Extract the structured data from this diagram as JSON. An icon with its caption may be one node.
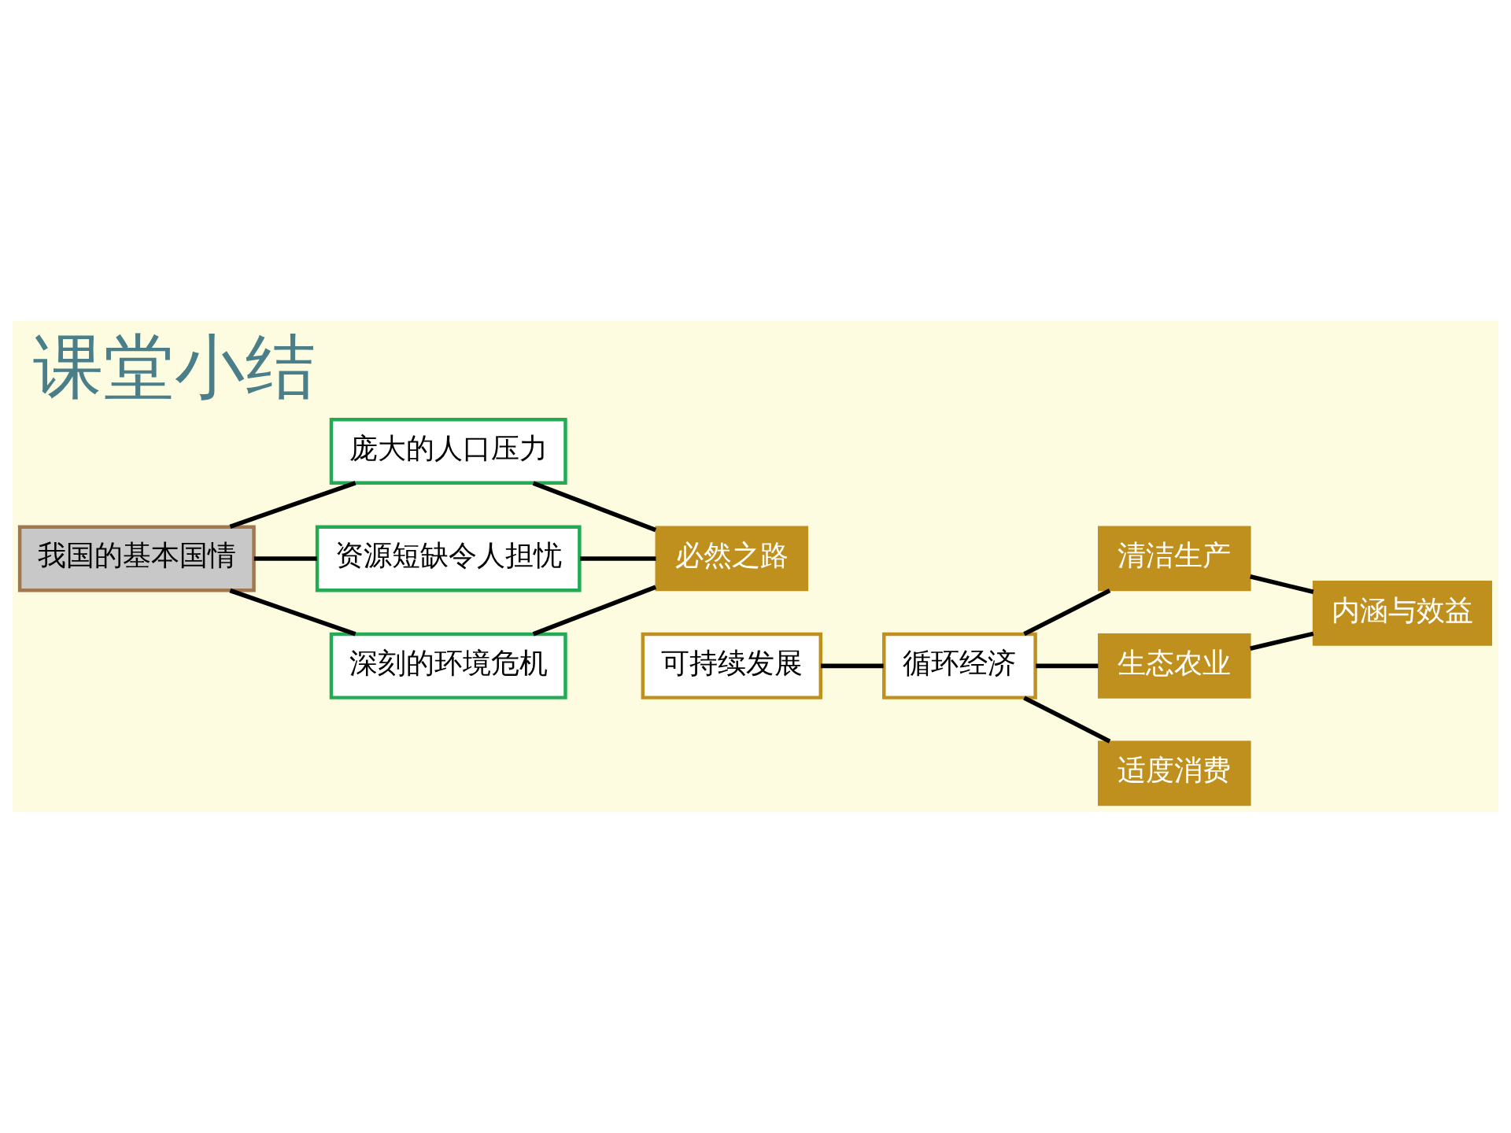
{
  "diagram": {
    "title": "课堂小结",
    "nodes": [
      {
        "text": [
          "我国的基本国情"
        ]
      },
      {
        "text": [
          "庞大的人口压力"
        ]
      },
      {
        "text": [
          "资源短缺令人担忧"
        ]
      },
      {
        "text": [
          "深刻的环境危机"
        ]
      },
      {
        "text": [
          "必然之路"
        ]
      },
      {
        "text": [
          "可持续发展"
        ]
      },
      {
        "text": [
          "循环经济"
        ]
      },
      {
        "text": [
          "清洁生产"
        ]
      },
      {
        "text": [
          "生态农业"
        ]
      },
      {
        "text": [
          "适度消费"
        ]
      },
      {
        "text": [
          "内涵与效益"
        ]
      }
    ],
    "edges": [
      {
        "from": 0,
        "to": 1,
        "arrow": "none"
      },
      {
        "from": 0,
        "to": 2,
        "arrow": "none"
      },
      {
        "from": 0,
        "to": 3,
        "arrow": "none"
      },
      {
        "from": 1,
        "to": 4,
        "arrow": "none"
      },
      {
        "from": 2,
        "to": 4,
        "arrow": "none"
      },
      {
        "from": 3,
        "to": 4,
        "arrow": "none"
      },
      {
        "from": 5,
        "to": 6,
        "arrow": "none"
      },
      {
        "from": 6,
        "to": 7,
        "arrow": "none"
      },
      {
        "from": 6,
        "to": 8,
        "arrow": "none"
      },
      {
        "from": 6,
        "to": 9,
        "arrow": "none"
      },
      {
        "from": 7,
        "to": 10,
        "arrow": "none"
      },
      {
        "from": 8,
        "to": 10,
        "arrow": "none"
      }
    ]
  }
}
